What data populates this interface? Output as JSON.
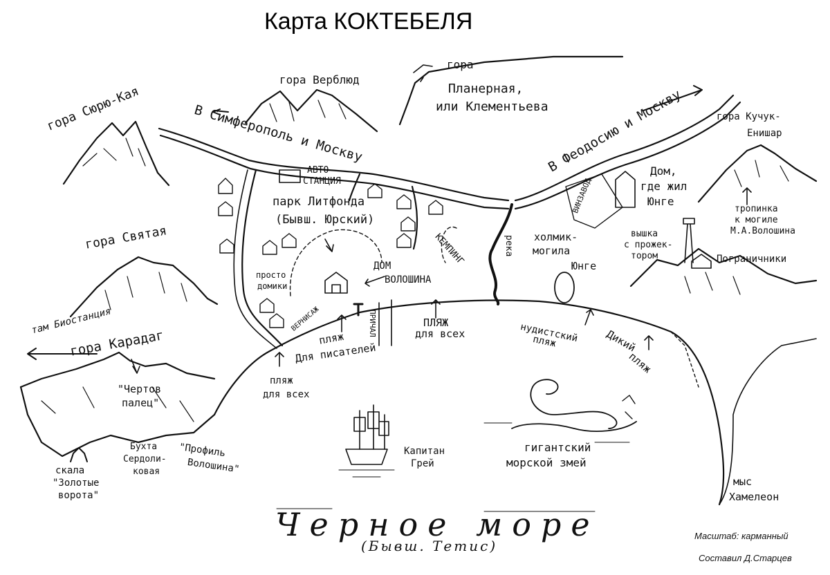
{
  "title": "Карта КОКТЕБЕЛЯ",
  "labels": {
    "gora_sjuju_kaja": "гора Сюрю-Кая",
    "gora_verbljud": "гора Верблюд",
    "gora_plan": "гора",
    "planernaja": "Планерная,",
    "klementjeva": "или Клементьева",
    "road_west": "В Симферополь и Москву",
    "road_east": "В Феодосию и Москву",
    "gora_kuchuk": "гора Кучук-",
    "enishar": "Енишар",
    "avtostancija_1": "АВТО-",
    "avtostancija_2": "СТАНЦИЯ",
    "park_1": "парк Литфонда",
    "park_2": "(Бывш. Юрский)",
    "dom_junge_1": "Дом,",
    "dom_junge_2": "где жил",
    "dom_junge_3": "Юнге",
    "vinzavod": "ВИНЗАВОД",
    "tropinka_1": "тропинка",
    "tropinka_2": "к могиле",
    "tropinka_3": "М.А.Волошина",
    "gora_svjataja": "гора Святая",
    "kemping": "КЕМПИНГ",
    "reka": "река",
    "holmik_1": "холмик-",
    "holmik_2": "могила",
    "holmik_3": "Юнге",
    "vyshka_1": "вышка",
    "vyshka_2": "с прожек-",
    "vyshka_3": "тором",
    "pogranichniki": "Пограничники",
    "prosto_1": "просто",
    "prosto_2": "домики",
    "dom_voloshina_1": "ДОМ",
    "dom_voloshina_2": "ВОЛОШИНА",
    "vernisazh": "ВЕРНИСАЖ",
    "prichal": "ПРИЧАЛ",
    "plyazh_pisateley_1": "пляж",
    "plyazh_pisateley_2": "Для писателей",
    "plyazh_vseh_1": "ПЛЯЖ",
    "plyazh_vseh_2": "для всех",
    "nudist_1": "нудистский",
    "nudist_2": "пляж",
    "dikiy_1": "Дикий",
    "dikiy_2": "пляж",
    "tam_biostanc": "там Биостанция",
    "gora_karadag": "гора Карадаг",
    "chertov_1": "\"Чертов",
    "chertov_2": "палец\"",
    "plyazh_vseh_w1": "пляж",
    "plyazh_vseh_w2": "для всех",
    "kapitan_1": "Капитан",
    "kapitan_2": "Грей",
    "zmey_1": "гигантский",
    "zmey_2": "морской змей",
    "buhta_1": "Бухта",
    "buhta_2": "Сердоли-",
    "buhta_3": "ковая",
    "profil_1": "\"Профиль",
    "profil_2": "Волошина\"",
    "skala_1": "скала",
    "skala_2": "\"Золотые",
    "skala_3": "ворота\"",
    "mys_1": "мыс",
    "mys_2": "Хамелеон",
    "sea": "Черное море",
    "sea_sub": "(Бывш. Тетис)",
    "scale": "Масштаб: карманный",
    "author": "Составил Д.Старцев"
  },
  "colors": {
    "ink": "#111111",
    "paper": "#ffffff"
  }
}
